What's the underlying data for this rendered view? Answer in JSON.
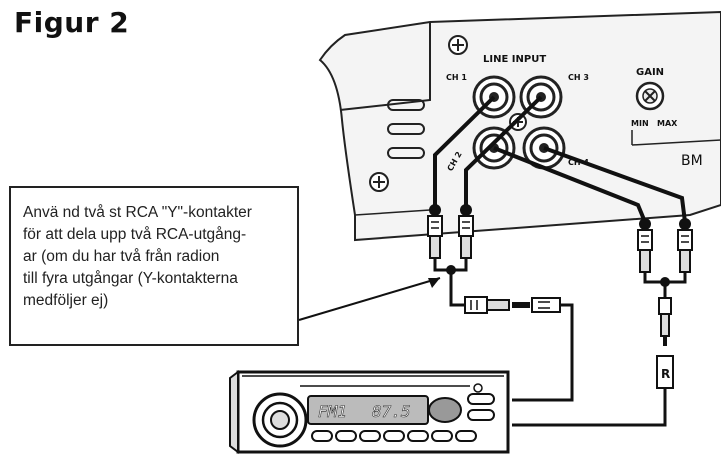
{
  "figure_title": "Figur 2",
  "amplifier": {
    "line_input_label": "LINE INPUT",
    "channels": [
      "CH 1",
      "CH 3",
      "CH 2",
      "CH 4"
    ],
    "gain_label": "GAIN",
    "gain_min": "MIN",
    "gain_max": "MAX",
    "brand_fragment": "BM"
  },
  "callout": {
    "lines": [
      "Anvä nd två st RCA \"Y\"-kontakter",
      "för att dela upp två RCA-utgång-",
      "ar (om du har två från radion",
      "till fyra utgångar (Y-kontakterna",
      "medföljer ej)"
    ]
  },
  "radio": {
    "band": "FM1",
    "frequency": "87.5"
  },
  "connectors": {
    "rca_label": "R"
  }
}
